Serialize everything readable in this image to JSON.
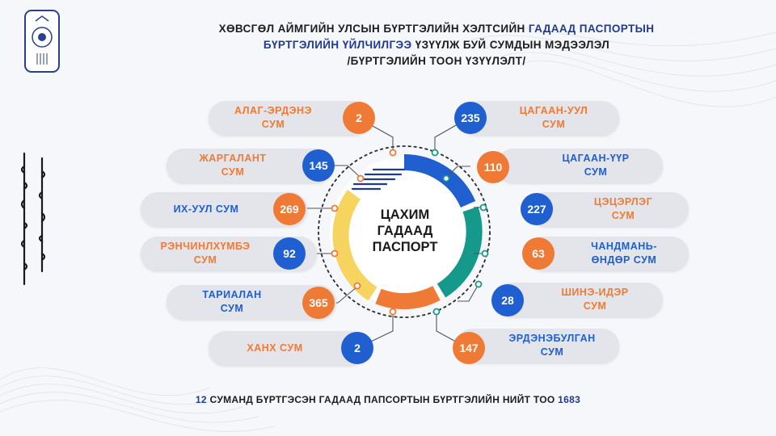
{
  "title": {
    "line1_part1": "ХӨВСГӨЛ АЙМГИЙН УЛСЫН БҮРТГЭЛИЙН ХЭЛТСИЙН ",
    "line1_part2": "ГАДААД ПАСПОРТЫН",
    "line2_part1": "БҮРТГЭЛИЙН ҮЙЛЧИЛГЭЭ",
    "line2_part2": " ҮЗҮҮЛЖ БУЙ СУМДЫН МЭДЭЭЛЭЛ",
    "line3": "/БҮРТГЭЛИЙН ТООН ҮЗҮҮЛЭЛТ/"
  },
  "center": {
    "line1": "ЦАХИМ",
    "line2": "ГАДААД",
    "line3": "ПАСПОРТ"
  },
  "colors": {
    "orange": "#ef7a35",
    "blue": "#1f5fcf",
    "teal": "#14998b",
    "yellow": "#f6d460",
    "navy": "#1f3a8f"
  },
  "left_items": [
    {
      "name": "АЛАГ-ЭРДЭНЭ\nСУМ",
      "value": "2",
      "label_color": "orange",
      "circle_color": "orange"
    },
    {
      "name": "ЖАРГАЛАНТ\nСУМ",
      "value": "145",
      "label_color": "orange",
      "circle_color": "blue"
    },
    {
      "name": "ИХ-УУЛ СУМ",
      "value": "269",
      "label_color": "blue",
      "circle_color": "orange"
    },
    {
      "name": "РЭНЧИНЛХҮМБЭ\nСУМ",
      "value": "92",
      "label_color": "orange",
      "circle_color": "blue"
    },
    {
      "name": "ТАРИАЛАН\nСУМ",
      "value": "365",
      "label_color": "blue",
      "circle_color": "orange"
    },
    {
      "name": "ХАНХ СУМ",
      "value": "2",
      "label_color": "orange",
      "circle_color": "blue"
    }
  ],
  "right_items": [
    {
      "name": "ЦАГААН-УУЛ\nСУМ",
      "value": "235",
      "label_color": "orange",
      "circle_color": "blue"
    },
    {
      "name": "ЦАГААН-ҮҮР\nСУМ",
      "value": "110",
      "label_color": "blue",
      "circle_color": "orange"
    },
    {
      "name": "ЦЭЦЭРЛЭГ\nСУМ",
      "value": "227",
      "label_color": "orange",
      "circle_color": "blue"
    },
    {
      "name": "ЧАНДМАНЬ-\nӨНДӨР СУМ",
      "value": "63",
      "label_color": "blue",
      "circle_color": "orange"
    },
    {
      "name": "ШИНЭ-ИДЭР\nСУМ",
      "value": "28",
      "label_color": "orange",
      "circle_color": "blue"
    },
    {
      "name": "ЭРДЭНЭБУЛГАН\nСУМ",
      "value": "147",
      "label_color": "blue",
      "circle_color": "orange"
    }
  ],
  "footer": {
    "prefix": "12",
    "text": " СУМАНД БҮРТГЭСЭН ГАДААД ПАПСОРТЫН БҮРТГЭЛИЙН НИЙТ ТОО ",
    "total": "1683"
  }
}
